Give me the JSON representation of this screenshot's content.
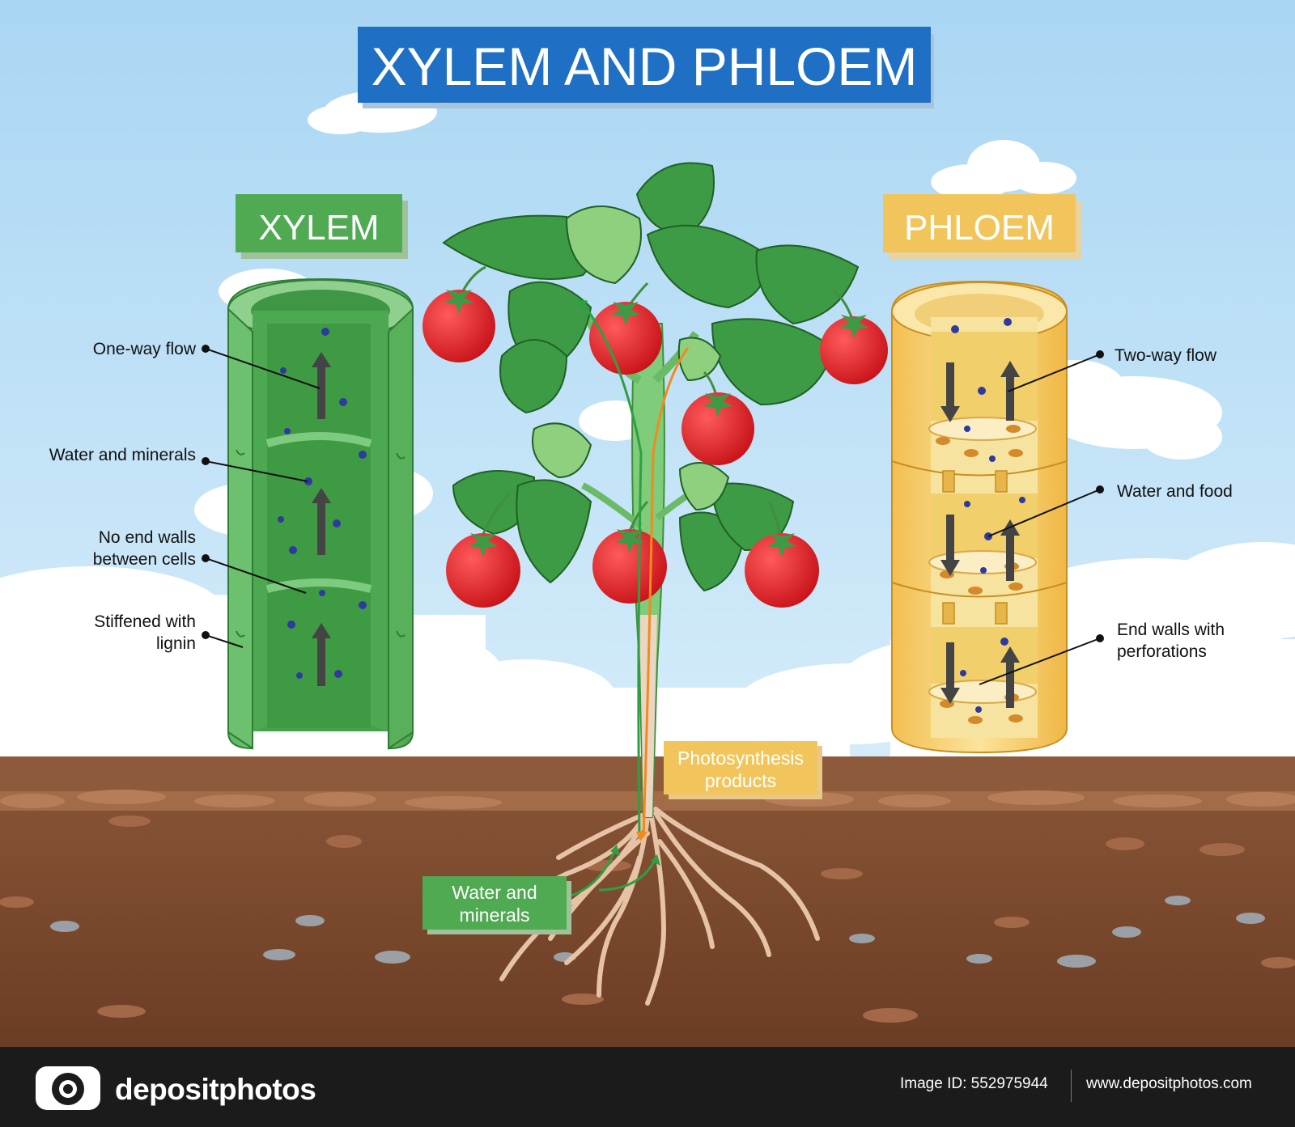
{
  "title": "XYLEM AND PHLOEM",
  "xylem": {
    "heading": "XYLEM",
    "labels": {
      "one_way_flow": "One-way flow",
      "water_minerals": "Water and minerals",
      "no_end_walls_1": "No end walls",
      "no_end_walls_2": "between cells",
      "stiffened_1": "Stiffened with",
      "stiffened_2": "lignin"
    }
  },
  "phloem": {
    "heading": "PHLOEM",
    "labels": {
      "two_way_flow": "Two-way flow",
      "water_food": "Water and food",
      "end_walls_1": "End walls with",
      "end_walls_2": "perforations"
    }
  },
  "plant": {
    "photosynthesis_1": "Photosynthesis",
    "photosynthesis_2": "products",
    "water_minerals_1": "Water and",
    "water_minerals_2": "minerals"
  },
  "footer": {
    "brand": "depositphotos",
    "image_id": "Image ID: 552975944",
    "site": "www.depositphotos.com"
  },
  "colors": {
    "sky": "#b9def5",
    "title_box": "#1f6fc4",
    "xylem_green": "#4faa52",
    "phloem_yellow": "#f2c55c",
    "soil": "#7a4a30",
    "tomato": "#d91f25",
    "leaf": "#3d9b45"
  }
}
